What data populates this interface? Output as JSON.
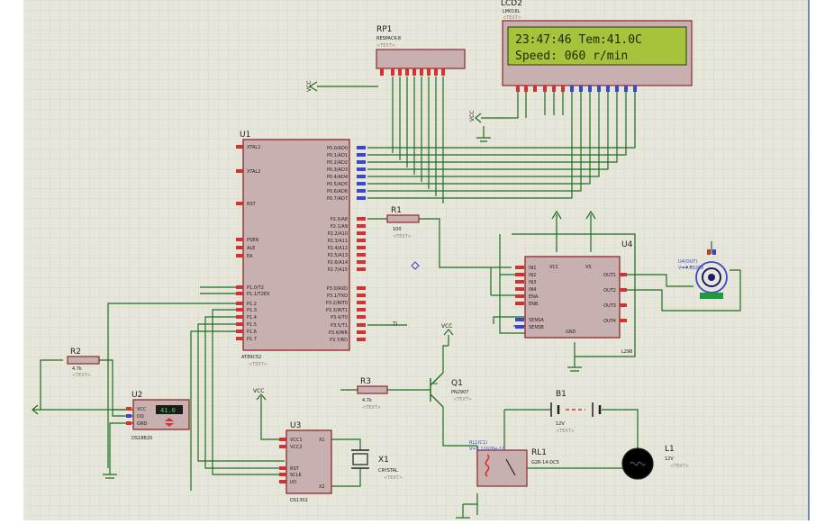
{
  "colors": {
    "sheet": "#e6e6da",
    "grid": "#d4d4c6",
    "wire": "#1e6e1e",
    "body": "#c9b0b0",
    "body_stroke": "#8c2a2a",
    "label": "#202020",
    "lcd_screen": "#a7c23b",
    "pin_red": "#d23232",
    "pin_blue": "#3c46c8"
  },
  "rp1": {
    "ref": "RP1",
    "part": "RESPACK-8",
    "text": "<TEXT>"
  },
  "vcc_label": "VCC",
  "lcd": {
    "ref": "LCD2",
    "part": "LM016L",
    "text": "<TEXT>",
    "line1": "23:47:46  Tem:41.0C",
    "line2": "Speed: 060 r/min"
  },
  "u1": {
    "ref": "U1",
    "part": "AT89C52",
    "text": "<TEXT>",
    "left_pins": [
      "XTAL1",
      "XTAL2",
      "RST",
      "PSEN",
      "ALE",
      "EA",
      "P1.0/T2",
      "P1.1/T2EX",
      "P1.2",
      "P1.3",
      "P1.4",
      "P1.5",
      "P1.6",
      "P1.7"
    ],
    "p0_pins": [
      "P0.0/AD0",
      "P0.1/AD1",
      "P0.2/AD2",
      "P0.3/AD3",
      "P0.4/AD4",
      "P0.5/AD5",
      "P0.6/AD6",
      "P0.7/AD7"
    ],
    "p2_pins": [
      "P2.0/A8",
      "P2.1/A9",
      "P2.2/A10",
      "P2.3/A11",
      "P2.4/A12",
      "P2.5/A13",
      "P2.6/A14",
      "P2.7/A15"
    ],
    "p3_pins": [
      "P3.0/RXD",
      "P3.1/TXD",
      "P3.2/INT0",
      "P3.3/INT1",
      "P3.4/T0",
      "P3.5/T1",
      "P3.6/WR",
      "P3.7/RD"
    ],
    "ti_label": "TI"
  },
  "r1": {
    "ref": "R1",
    "value": "100",
    "text": "<TEXT>"
  },
  "r2": {
    "ref": "R2",
    "value": "4.7k",
    "text": "<TEXT>"
  },
  "r3": {
    "ref": "R3",
    "value": "4.7k",
    "text": "<TEXT>"
  },
  "u4": {
    "ref": "U4",
    "part": "L298",
    "in_pins": [
      "IN1",
      "IN2",
      "IN3",
      "IN4",
      "ENA",
      "ENB"
    ],
    "sense_pins": [
      "SENSA",
      "SENSB"
    ],
    "vcc": "VCC",
    "vs": "VS",
    "gnd": "GND",
    "out_pins": [
      "OUT1",
      "OUT2",
      "OUT3",
      "OUT4"
    ]
  },
  "motor": {
    "ref": "U4(OUT)",
    "value": "V=4.00288"
  },
  "u2": {
    "ref": "U2",
    "part": "DS18B20",
    "pins": [
      "VCC",
      "DQ",
      "GND"
    ],
    "display": "41.0"
  },
  "u3": {
    "ref": "U3",
    "part": "DS1302",
    "left_pins": [
      "VCC1",
      "VCC2",
      "RST",
      "SCLK",
      "I/O"
    ],
    "right_pins": [
      "X1",
      "X2"
    ]
  },
  "x1": {
    "ref": "X1",
    "part": "CRYSTAL",
    "text": "<TEXT>"
  },
  "q1": {
    "ref": "Q1",
    "part": "PN2907",
    "text": "<TEXT>"
  },
  "b1": {
    "ref": "B1",
    "value": "12V",
    "text": "<TEXT>"
  },
  "rl1": {
    "ref": "RL1",
    "part": "G2R-14-DC5",
    "probe": "RL1(C1)",
    "probe_value": "V=2.11026e-10"
  },
  "l1": {
    "ref": "L1",
    "value": "12V",
    "text": "<TEXT>"
  }
}
